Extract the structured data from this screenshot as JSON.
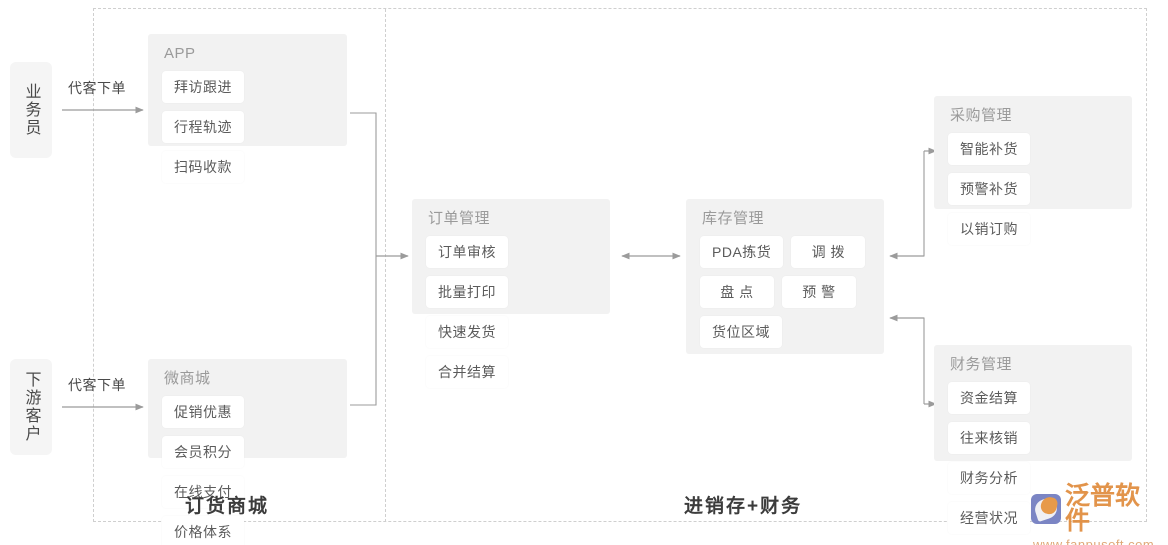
{
  "diagram": {
    "zones": [
      {
        "id": "order-mall",
        "caption": "订货商城"
      },
      {
        "id": "erp-finance",
        "caption": "进销存+财务"
      }
    ],
    "actors": [
      {
        "id": "salesperson",
        "label": "业务员"
      },
      {
        "id": "downstream-customer",
        "label": "下游客户"
      }
    ],
    "edge_labels": [
      {
        "id": "salesperson-to-app",
        "text": "代客下单"
      },
      {
        "id": "customer-to-mall",
        "text": "代客下单"
      }
    ],
    "panels": [
      {
        "id": "app",
        "title": "APP",
        "chips": [
          "拜访跟进",
          "行程轨迹",
          "扫码收款"
        ]
      },
      {
        "id": "wechat-mall",
        "title": "微商城",
        "chips": [
          "促销优惠",
          "会员积分",
          "在线支付",
          "价格体系"
        ]
      },
      {
        "id": "order-management",
        "title": "订单管理",
        "chips": [
          "订单审核",
          "批量打印",
          "快速发货",
          "合并结算"
        ]
      },
      {
        "id": "inventory-management",
        "title": "库存管理",
        "chips": [
          "PDA拣货",
          "调 拨",
          "盘 点",
          "预 警",
          "货位区域"
        ]
      },
      {
        "id": "purchase-management",
        "title": "采购管理",
        "chips": [
          "智能补货",
          "预警补货",
          "以销订购"
        ]
      },
      {
        "id": "finance-management",
        "title": "财务管理",
        "chips": [
          "资金结算",
          "往来核销",
          "财务分析",
          "经营状况"
        ]
      }
    ],
    "colors": {
      "panel_bg": "#f2f2f2",
      "chip_bg": "#ffffff",
      "panel_title": "#9a9a9a",
      "chip_text": "#5b5b5b",
      "connector": "#9b9b9b",
      "dashed_border": "#cfcfcf",
      "caption": "#3c3c3c",
      "watermark_orange": "#e08b3c",
      "watermark_blue": "#7b85c4"
    }
  },
  "watermark": {
    "brand": "泛普软件",
    "url": "www.fanpusoft.com"
  }
}
